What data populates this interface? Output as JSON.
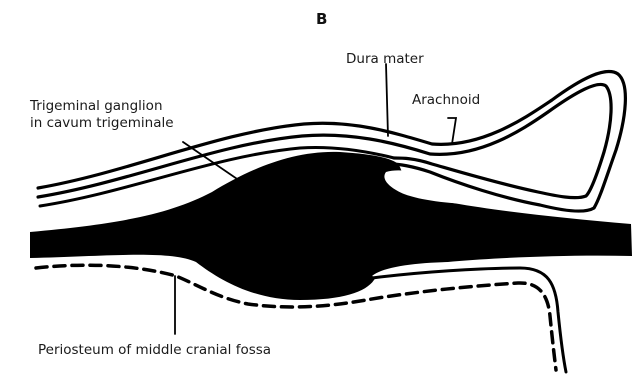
{
  "figure": {
    "panel_letter": "B",
    "labels": {
      "dura_mater": "Dura mater",
      "arachnoid": "Arachnoid",
      "ganglion_line1": "Trigeminal ganglion",
      "ganglion_line2": "in cavum trigeminale",
      "periosteum": "Periosteum of middle cranial fossa"
    }
  }
}
